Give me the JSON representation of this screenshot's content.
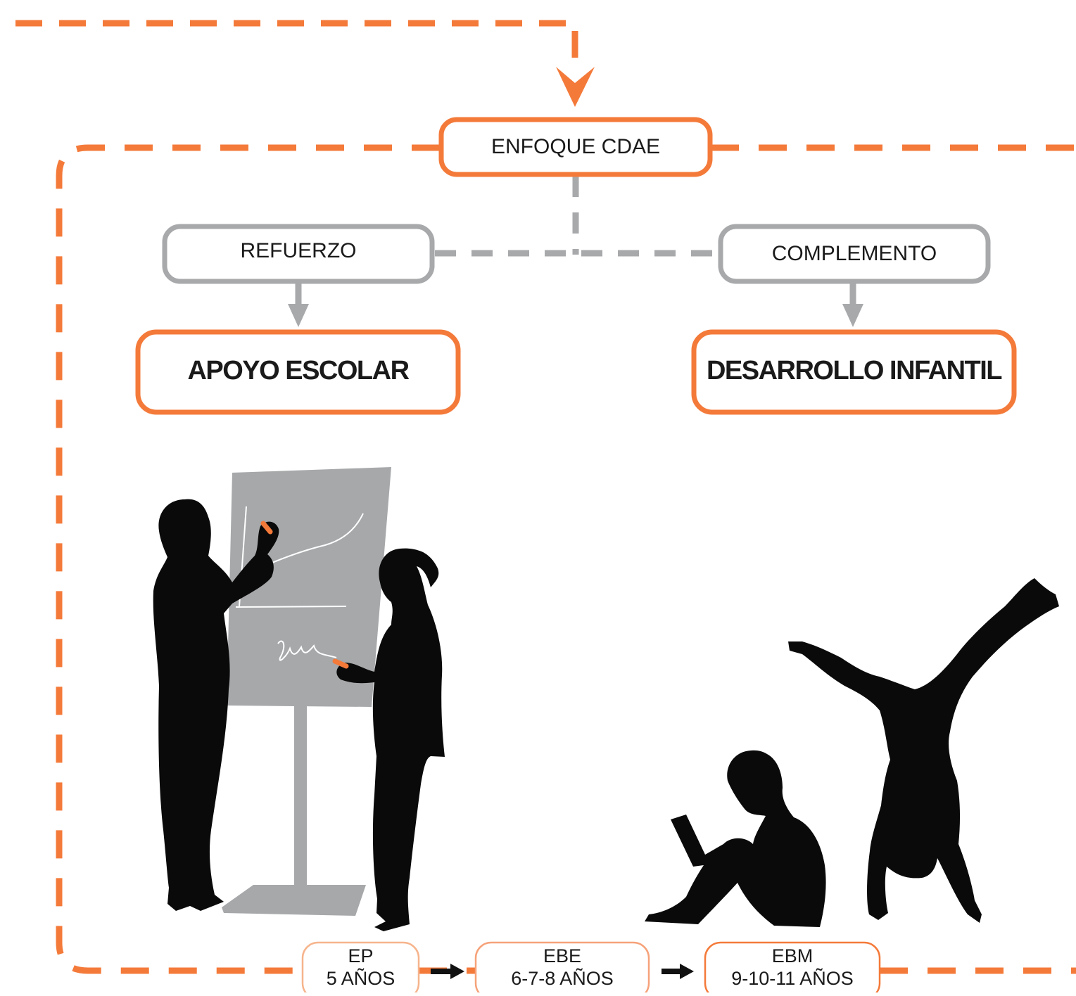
{
  "colors": {
    "accent": "#f47a3a",
    "grey": "#a7a9ab",
    "light_accent": "#f6b48c",
    "ink": "#0a0a0a",
    "board": "#a6a8aa"
  },
  "nodes": {
    "enfoque": "ENFOQUE CDAE",
    "refuerzo": "REFUERZO",
    "complemento": "COMPLEMENTO",
    "apoyo": "APOYO ESCOLAR",
    "desarrollo": "DESARROLLO INFANTIL"
  },
  "stages": [
    {
      "code": "EP",
      "age": "5 AÑOS"
    },
    {
      "code": "EBE",
      "age": "6-7-8 AÑOS"
    },
    {
      "code": "EBM",
      "age": "9-10-11 AÑOS"
    }
  ],
  "illustrations": [
    "teacher-silhouette",
    "flipchart-easel",
    "student-girl-silhouette",
    "reading-boy-silhouette",
    "cartwheel-child-silhouette"
  ]
}
